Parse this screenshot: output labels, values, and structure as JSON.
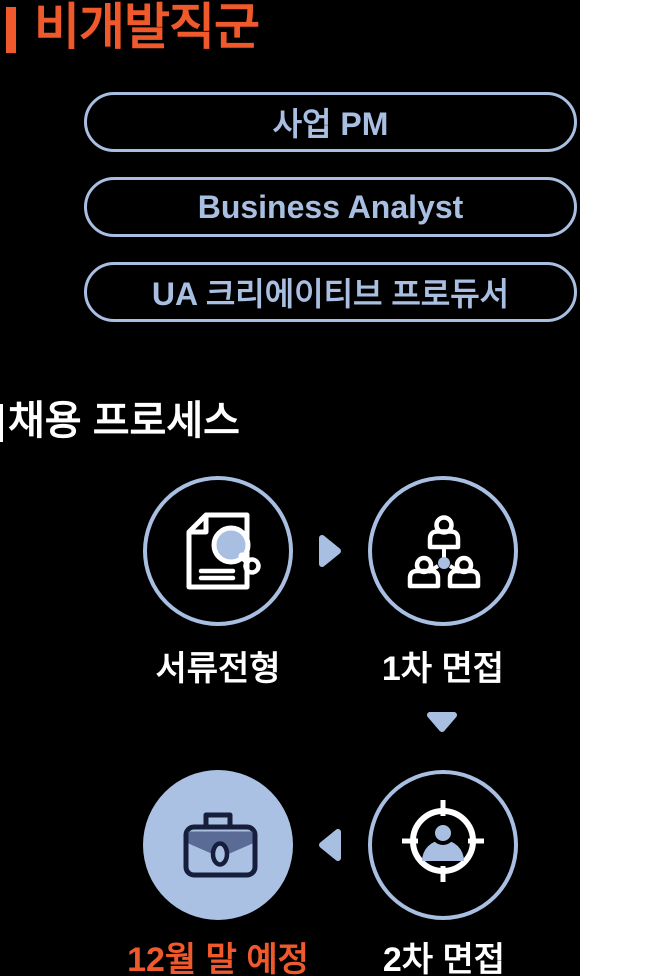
{
  "title": {
    "text": "비개발직군"
  },
  "roles": [
    {
      "label": "사업 PM"
    },
    {
      "label": "Business Analyst"
    },
    {
      "label": "UA 크리에이티브 프로듀서"
    }
  ],
  "process": {
    "heading": "채용 프로세스",
    "steps": [
      {
        "id": "document-screening",
        "label": "서류전형",
        "icon": "document-search-icon"
      },
      {
        "id": "first-interview",
        "label": "1차 면접",
        "icon": "org-people-icon"
      },
      {
        "id": "second-interview",
        "label": "2차 면접",
        "icon": "target-person-icon"
      },
      {
        "id": "final-schedule",
        "label": "12월 말 예정",
        "icon": "briefcase-icon"
      }
    ]
  },
  "colors": {
    "accent_orange": "#F0592B",
    "light_blue": "#A9BFE2",
    "circle_fill_blue": "#AAC1E4",
    "briefcase_slate": "#5A6B96",
    "briefcase_navy": "#161E3C",
    "text_white": "#FFFFFF",
    "background": "#000000",
    "right_band": "#FFFFFF"
  }
}
